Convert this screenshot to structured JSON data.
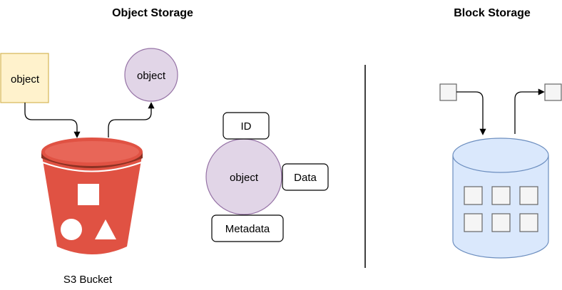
{
  "titles": {
    "object_storage": "Object Storage",
    "block_storage": "Block Storage"
  },
  "object_side": {
    "input_object": "object",
    "output_object": "object",
    "bucket_caption": "S3 Bucket"
  },
  "object_anatomy": {
    "center": "object",
    "id": "ID",
    "data": "Data",
    "metadata": "Metadata"
  },
  "colors": {
    "object_yellow_fill": "#fff2cc",
    "object_yellow_stroke": "#d6b656",
    "object_purple_fill": "#e1d5e7",
    "object_purple_stroke": "#9673a6",
    "bucket_red": "#e05243",
    "bucket_dark_red": "#8c3123",
    "cylinder_fill": "#dae8fc",
    "cylinder_stroke": "#6c8ebf",
    "block_fill": "#f5f5f5",
    "block_stroke": "#666666"
  }
}
